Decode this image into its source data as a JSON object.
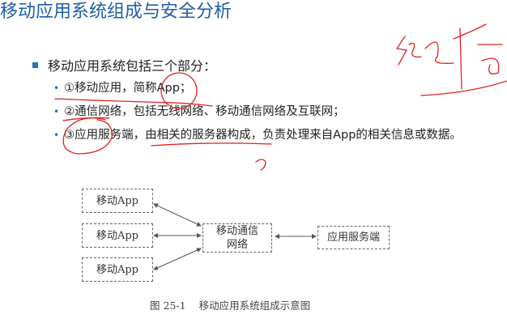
{
  "title": "移动应用系统组成与安全分析",
  "main_bullet": "移动应用系统包括三个部分：",
  "sub_bullets": [
    "①移动应用，简称App；",
    "②通信网络，包括无线网络、移动通信网络及互联网；",
    "③应用服务端，由相关的服务器构成，负责处理来自App的相关信息或数据。"
  ],
  "diagram": {
    "apps": [
      "移动App",
      "移动App",
      "移动App"
    ],
    "network": "移动通信网络",
    "server": "应用服务端",
    "caption_number": "图 25-1",
    "caption_text": "移动应用系统组成示意图"
  },
  "colors": {
    "title": "#1f5fa8",
    "bullet": "#2a6fc0",
    "annotation": "#e02020"
  }
}
